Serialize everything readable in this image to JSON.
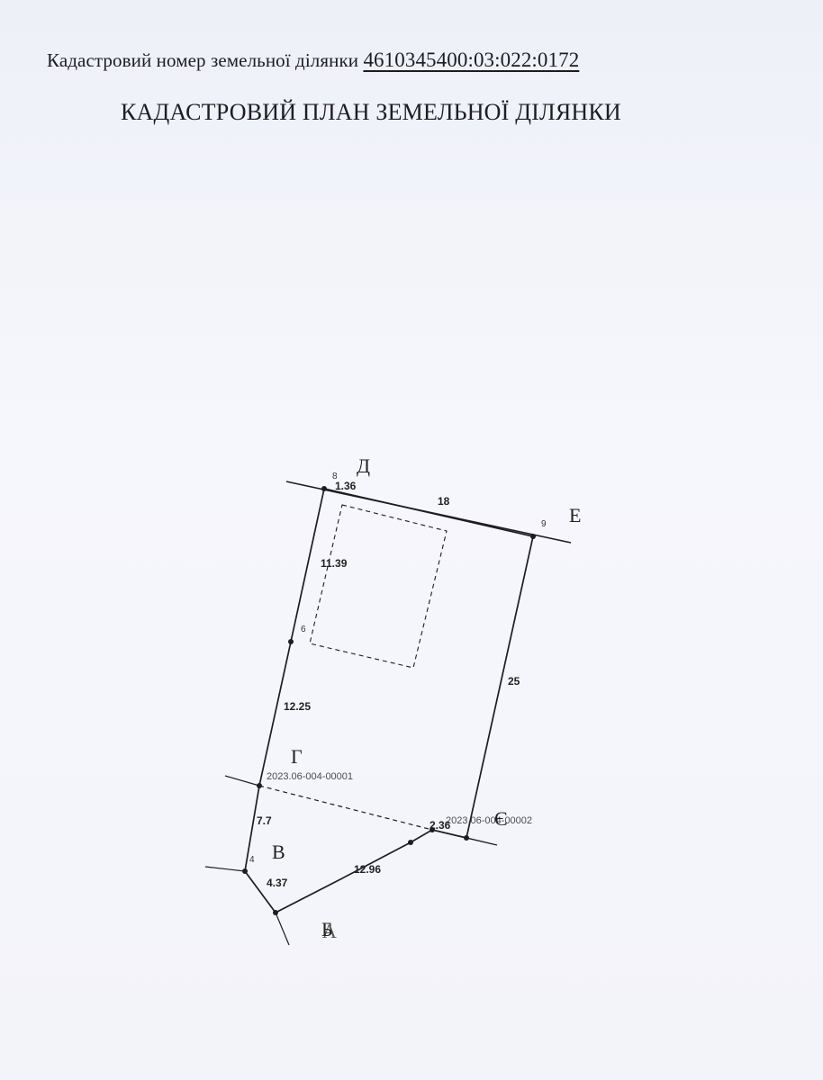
{
  "header": {
    "cadastral_label": "Кадастровий номер земельної ділянки",
    "cadastral_number": "4610345400:03:022:0172",
    "title": "КАДАСТРОВИЙ ПЛАН ЗЕМЕЛЬНОЇ ДІЛЯНКИ"
  },
  "plan": {
    "segment_lengths": {
      "top_short": "1.36",
      "top_long": "18",
      "left_upper": "11.39",
      "left_lower": "12.25",
      "right": "25",
      "left_bottom": "7.7",
      "bottom_short": "4.37",
      "bottom_long": "12.96",
      "bottom_right": "2.36"
    },
    "point_numbers": {
      "p4": "4",
      "p6": "6",
      "p8": "8",
      "p9": "9"
    },
    "neighbor_letters": {
      "a": "А",
      "b": "Б",
      "v": "В",
      "h": "Г",
      "d": "Д",
      "e": "Е",
      "ye": "Є"
    },
    "neighbor_codes": {
      "code1": "2023.06-004-00001",
      "code2": "2023.06-004-00002"
    }
  },
  "colors": {
    "ink": "#1c1c22",
    "paper": "#f4f5fb"
  }
}
